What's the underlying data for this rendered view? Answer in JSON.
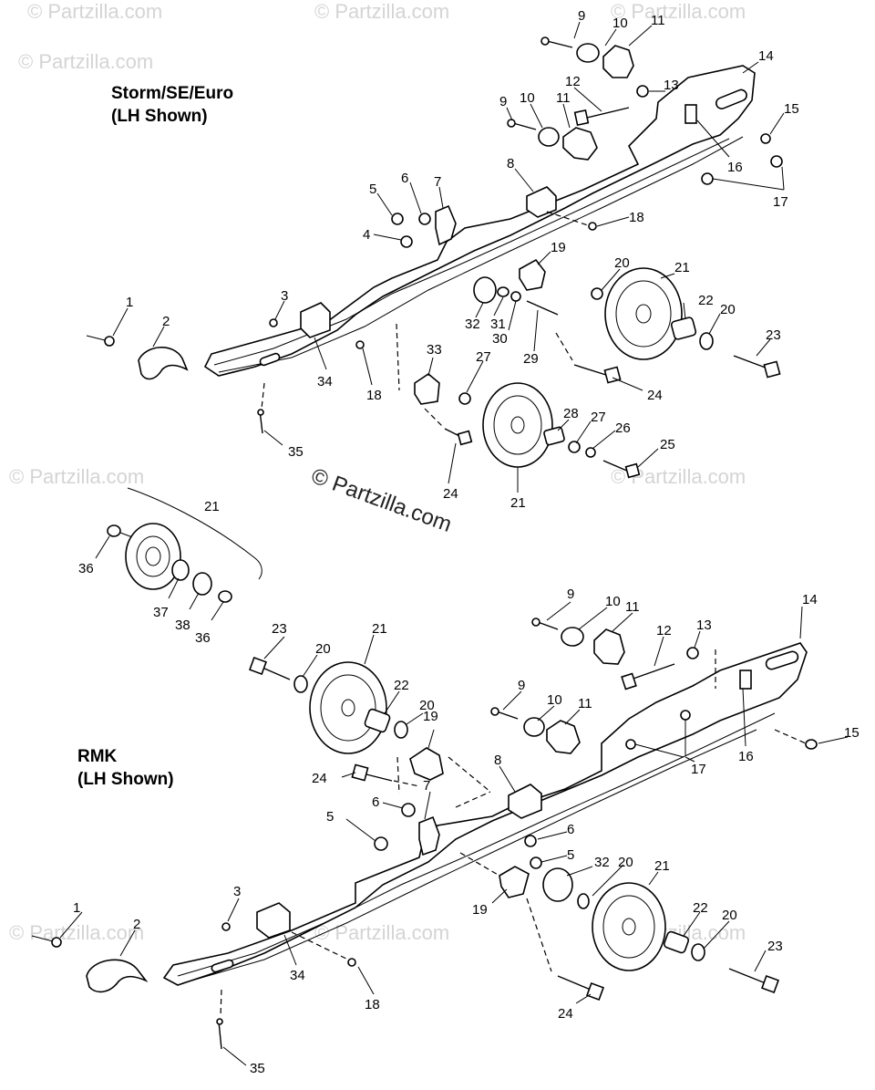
{
  "watermark": "© Partzilla.com",
  "center_watermark": "© Partzilla.com",
  "sections": {
    "top": {
      "title_line1": "Storm/SE/Euro",
      "title_line2": "(LH Shown)"
    },
    "bottom": {
      "title_line1": "RMK",
      "title_line2": "(LH Shown)"
    }
  },
  "top_callouts": [
    "9",
    "10",
    "11",
    "14",
    "12",
    "13",
    "9",
    "10",
    "11",
    "15",
    "16",
    "17",
    "8",
    "7",
    "6",
    "5",
    "18",
    "4",
    "19",
    "20",
    "21",
    "3",
    "1",
    "2",
    "32",
    "31",
    "30",
    "29",
    "22",
    "20",
    "23",
    "34",
    "18",
    "33",
    "27",
    "24",
    "28",
    "27",
    "26",
    "25",
    "35",
    "24",
    "21"
  ],
  "inset_callouts": [
    "21",
    "36",
    "37",
    "38",
    "36"
  ],
  "bottom_callouts": [
    "9",
    "10",
    "11",
    "14",
    "12",
    "13",
    "23",
    "20",
    "21",
    "22",
    "20",
    "19",
    "9",
    "10",
    "11",
    "15",
    "16",
    "17",
    "24",
    "8",
    "7",
    "6",
    "5",
    "6",
    "5",
    "32",
    "20",
    "21",
    "3",
    "1",
    "2",
    "22",
    "20",
    "23",
    "19",
    "34",
    "18",
    "24",
    "35"
  ]
}
